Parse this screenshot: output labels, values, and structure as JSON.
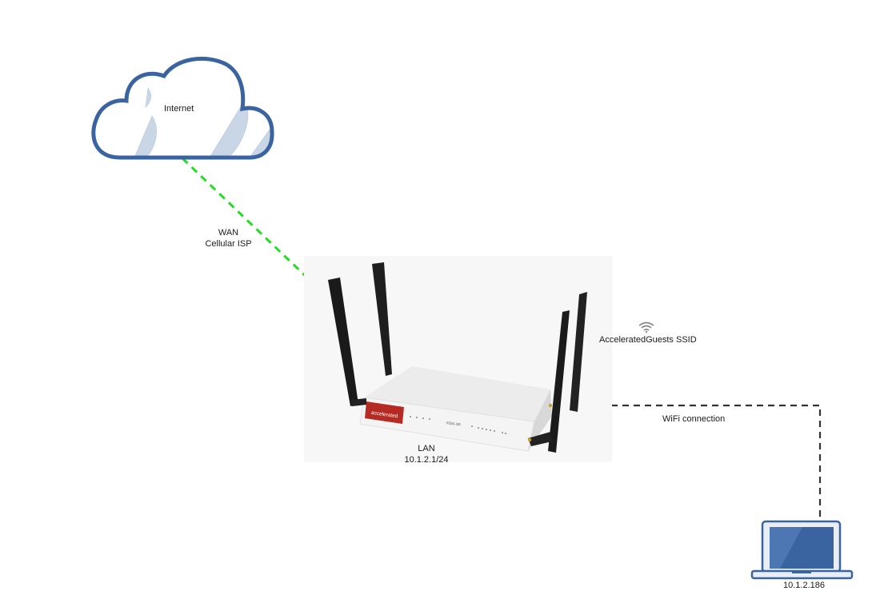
{
  "diagram": {
    "title": "Network topology",
    "nodes": {
      "internet": {
        "label": "Internet",
        "icon": "cloud-icon"
      },
      "router": {
        "icon": "cellular-router-icon",
        "brand_text": "accelerated",
        "model_text": "6350-SR",
        "lan_label": "LAN",
        "lan_address": "10.1.2.1/24"
      },
      "laptop": {
        "icon": "laptop-icon",
        "address": "10.1.2.186"
      }
    },
    "links": {
      "wan": {
        "label_line1": "WAN",
        "label_line2": "Cellular ISP",
        "color": "#22dd22",
        "style": "dashed"
      },
      "wifi": {
        "label": "WiFi connection",
        "color": "#333333",
        "style": "dashed"
      }
    },
    "ssid": {
      "label": "AcceleratedGuests SSID",
      "icon": "wifi-icon"
    },
    "colors": {
      "cloud_stroke": "#3a64a0",
      "cloud_shade": "#c9d6e6",
      "laptop_blue": "#3a64a0",
      "router_red": "#b52a22"
    }
  }
}
